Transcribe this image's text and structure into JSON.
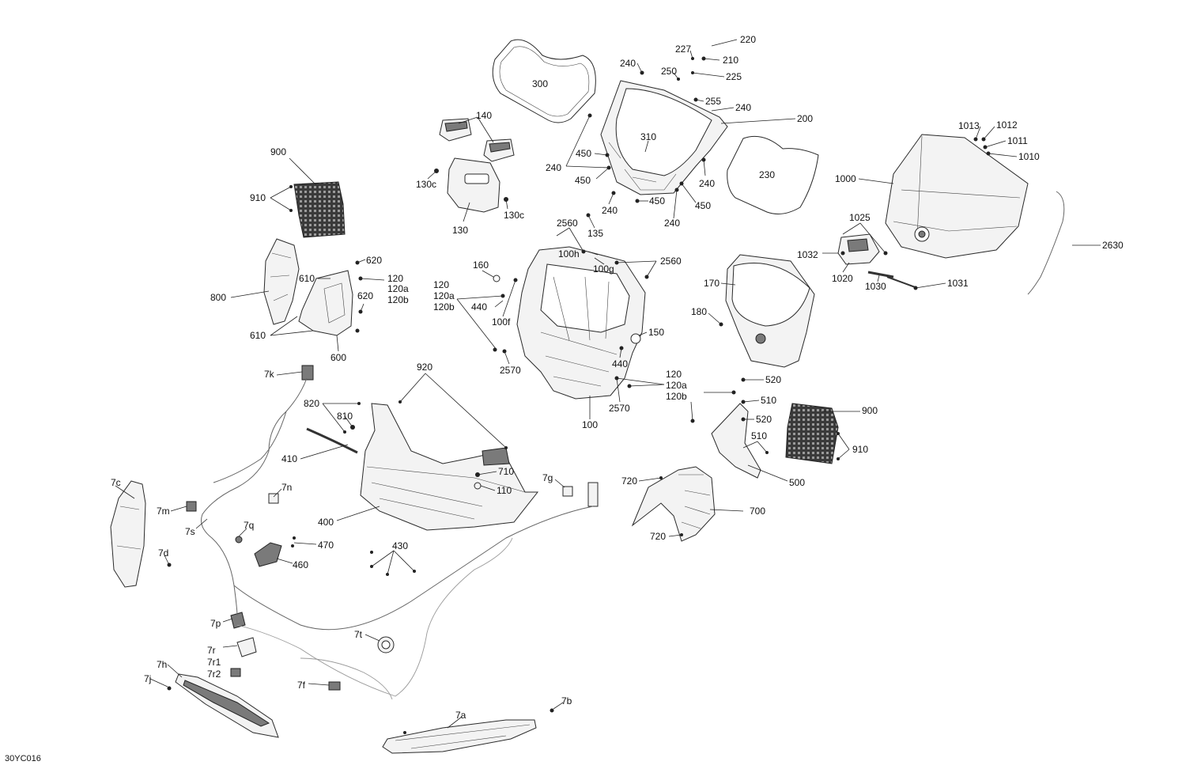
{
  "drawing_code": "30YC016",
  "callouts": [
    {
      "text": "220"
    },
    {
      "text": "227"
    },
    {
      "text": "210"
    },
    {
      "text": "240"
    },
    {
      "text": "250"
    },
    {
      "text": "225"
    },
    {
      "text": "255"
    },
    {
      "text": "240"
    },
    {
      "text": "200"
    },
    {
      "text": "300"
    },
    {
      "text": "140"
    },
    {
      "text": "310"
    },
    {
      "text": "450"
    },
    {
      "text": "240"
    },
    {
      "text": "450"
    },
    {
      "text": "230"
    },
    {
      "text": "240"
    },
    {
      "text": "450"
    },
    {
      "text": "450"
    },
    {
      "text": "240"
    },
    {
      "text": "240"
    },
    {
      "text": "130c"
    },
    {
      "text": "130c"
    },
    {
      "text": "130"
    },
    {
      "text": "900"
    },
    {
      "text": "910"
    },
    {
      "text": "135"
    },
    {
      "text": "2560"
    },
    {
      "text": "100h"
    },
    {
      "text": "100g"
    },
    {
      "text": "2560"
    },
    {
      "text": "620"
    },
    {
      "text": "610"
    },
    {
      "text": "120"
    },
    {
      "text": "120a"
    },
    {
      "text": "120b"
    },
    {
      "text": "620"
    },
    {
      "text": "800"
    },
    {
      "text": "610"
    },
    {
      "text": "600"
    },
    {
      "text": "160"
    },
    {
      "text": "120"
    },
    {
      "text": "120a"
    },
    {
      "text": "440"
    },
    {
      "text": "120b"
    },
    {
      "text": "100f"
    },
    {
      "text": "150"
    },
    {
      "text": "440"
    },
    {
      "text": "2570"
    },
    {
      "text": "120"
    },
    {
      "text": "120a"
    },
    {
      "text": "120b"
    },
    {
      "text": "2570"
    },
    {
      "text": "100"
    },
    {
      "text": "170"
    },
    {
      "text": "180"
    },
    {
      "text": "1013"
    },
    {
      "text": "1012"
    },
    {
      "text": "1011"
    },
    {
      "text": "1010"
    },
    {
      "text": "1000"
    },
    {
      "text": "1025"
    },
    {
      "text": "1032"
    },
    {
      "text": "1020"
    },
    {
      "text": "1030"
    },
    {
      "text": "1031"
    },
    {
      "text": "2630"
    },
    {
      "text": "7k"
    },
    {
      "text": "920"
    },
    {
      "text": "820"
    },
    {
      "text": "810"
    },
    {
      "text": "410"
    },
    {
      "text": "520"
    },
    {
      "text": "510"
    },
    {
      "text": "520"
    },
    {
      "text": "900"
    },
    {
      "text": "510"
    },
    {
      "text": "910"
    },
    {
      "text": "500"
    },
    {
      "text": "7c"
    },
    {
      "text": "7m"
    },
    {
      "text": "7n"
    },
    {
      "text": "710"
    },
    {
      "text": "110"
    },
    {
      "text": "7g"
    },
    {
      "text": "720"
    },
    {
      "text": "700"
    },
    {
      "text": "720"
    },
    {
      "text": "400"
    },
    {
      "text": "7s"
    },
    {
      "text": "7q"
    },
    {
      "text": "470"
    },
    {
      "text": "430"
    },
    {
      "text": "460"
    },
    {
      "text": "7d"
    },
    {
      "text": "7p"
    },
    {
      "text": "7t"
    },
    {
      "text": "7r"
    },
    {
      "text": "7r1"
    },
    {
      "text": "7r2"
    },
    {
      "text": "7h"
    },
    {
      "text": "7j"
    },
    {
      "text": "7f"
    },
    {
      "text": "7b"
    },
    {
      "text": "7a"
    }
  ]
}
